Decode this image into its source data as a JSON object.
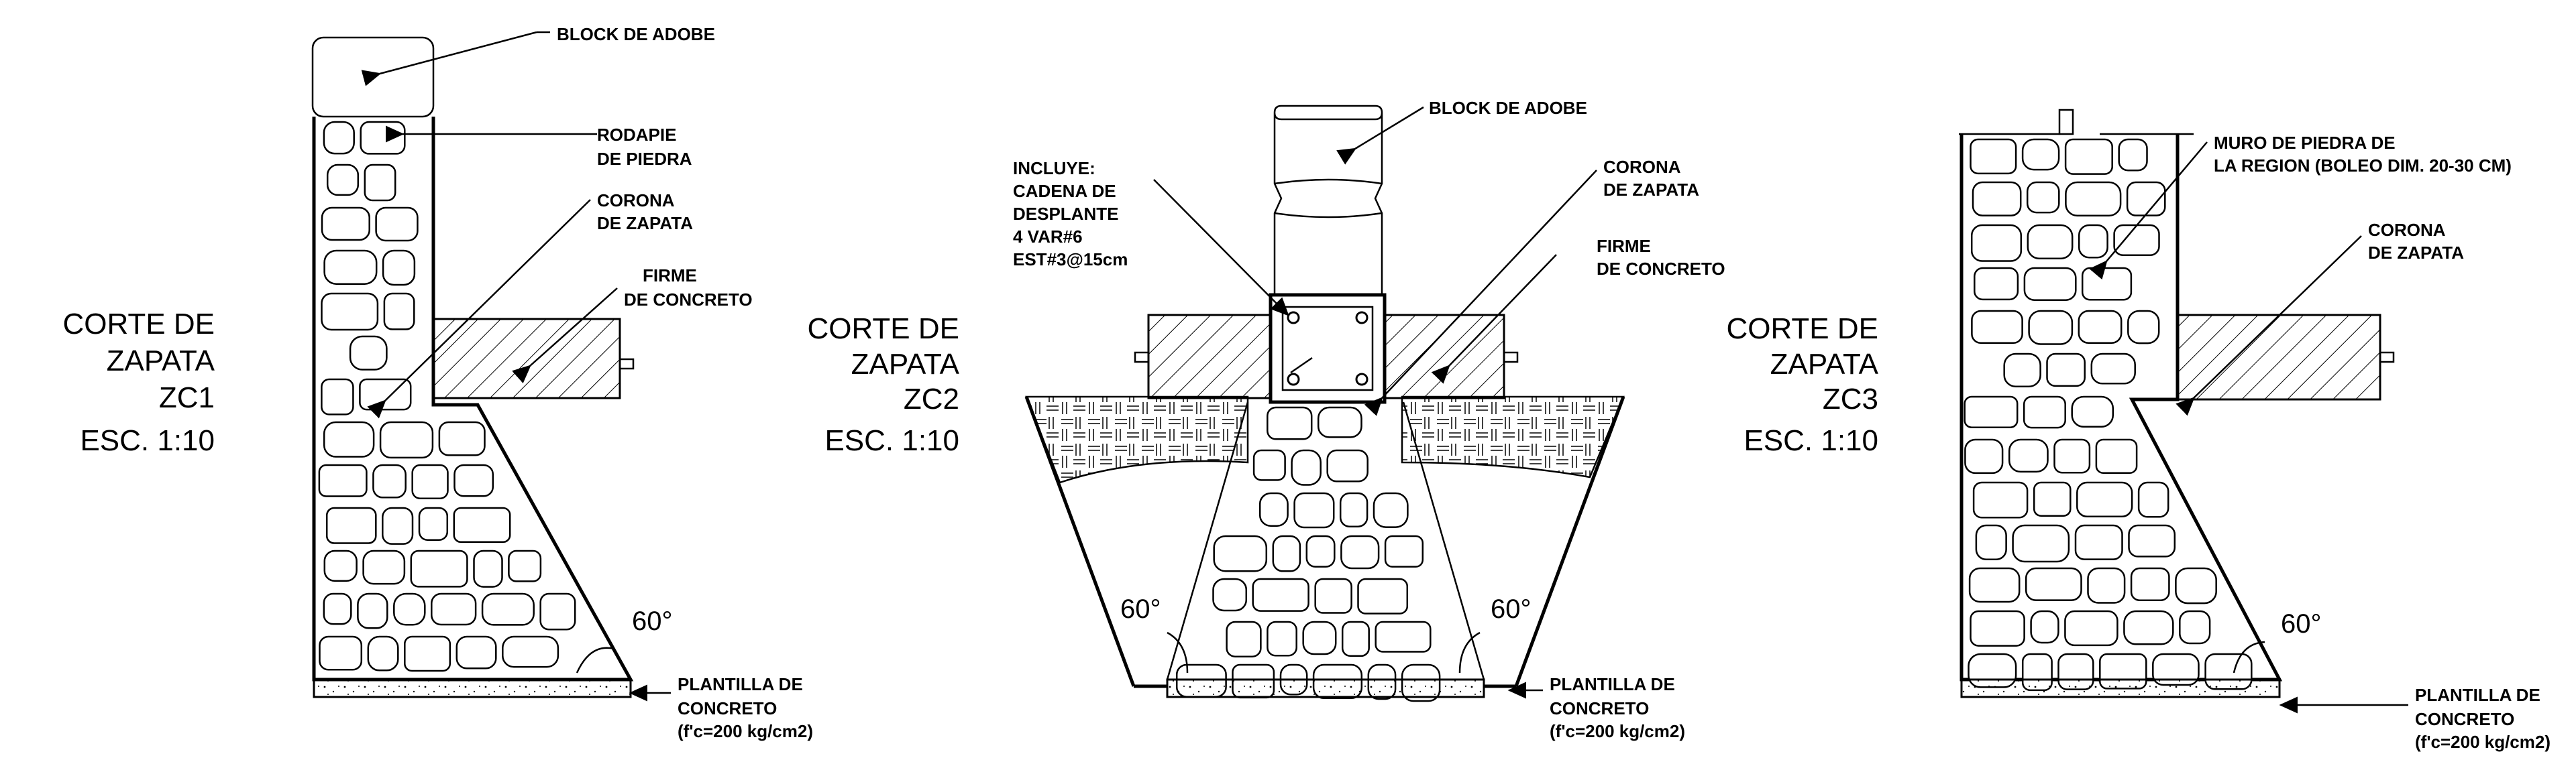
{
  "sections": [
    {
      "id": "zc1",
      "title_lines": [
        "CORTE DE",
        "ZAPATA",
        "ZC1"
      ],
      "scale": "ESC. 1:10",
      "labels": {
        "block": "BLOCK DE ADOBE",
        "rodapie": [
          "RODAPIE",
          "DE PIEDRA"
        ],
        "corona": [
          "CORONA",
          "DE ZAPATA"
        ],
        "firme": [
          "FIRME",
          "DE CONCRETO"
        ],
        "plantilla": [
          "PLANTILLA DE",
          "CONCRETO",
          "(f'c=200 kg/cm2)"
        ],
        "angle": "60°"
      }
    },
    {
      "id": "zc2",
      "title_lines": [
        "CORTE DE",
        "ZAPATA",
        "ZC2"
      ],
      "scale": "ESC. 1:10",
      "labels": {
        "block": "BLOCK DE ADOBE",
        "incluye": [
          "INCLUYE:",
          "CADENA DE",
          "DESPLANTE",
          "4 VAR#6",
          "EST#3@15cm"
        ],
        "corona": [
          "CORONA",
          "DE ZAPATA"
        ],
        "firme": [
          "FIRME",
          "DE CONCRETO"
        ],
        "plantilla": [
          "PLANTILLA DE",
          "CONCRETO",
          "(f'c=200 kg/cm2)"
        ],
        "angle_left": "60°",
        "angle_right": "60°"
      }
    },
    {
      "id": "zc3",
      "title_lines": [
        "CORTE DE",
        "ZAPATA",
        "ZC3"
      ],
      "scale": "ESC. 1:10",
      "labels": {
        "muro": [
          "MURO DE PIEDRA DE",
          "LA REGION (BOLEO DIM. 20-30 CM)"
        ],
        "corona": [
          "CORONA",
          "DE ZAPATA"
        ],
        "plantilla": [
          "PLANTILLA DE",
          "CONCRETO",
          "(f'c=200 kg/cm2)"
        ],
        "angle": "60°"
      }
    }
  ]
}
